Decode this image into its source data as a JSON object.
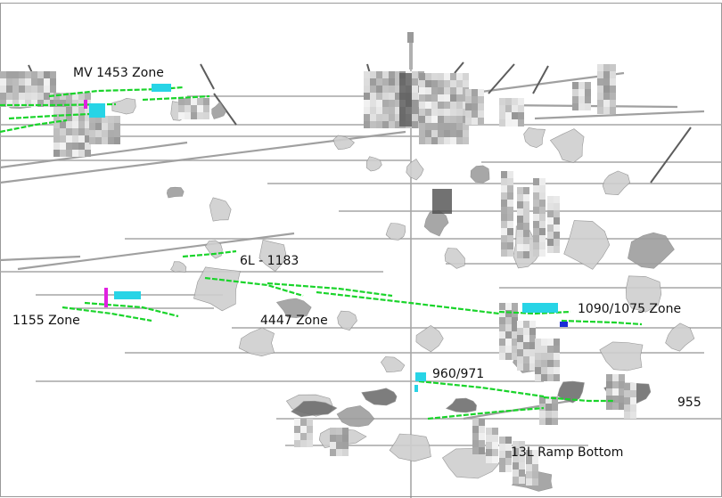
{
  "labels": {
    "mv1453": "MV 1453 Zone",
    "sixl": "6L - 1183",
    "z1155": "1155 Zone",
    "z4447": "4447 Zone",
    "z1090": "1090/1075 Zone",
    "z960": "960/971",
    "z955": "955",
    "ramp13l": "13L Ramp Bottom"
  },
  "colors": {
    "background": "#ffffff",
    "drift": "#9a9a9a",
    "stope": "#bdbdbd",
    "stope_dark": "#6f6f6f",
    "drill_green": "#19d42a",
    "drill_cyan": "#27d4e6",
    "marker_magenta": "#e020e0",
    "marker_blue": "#1a2cd8",
    "frame": "#9a9a9a"
  }
}
